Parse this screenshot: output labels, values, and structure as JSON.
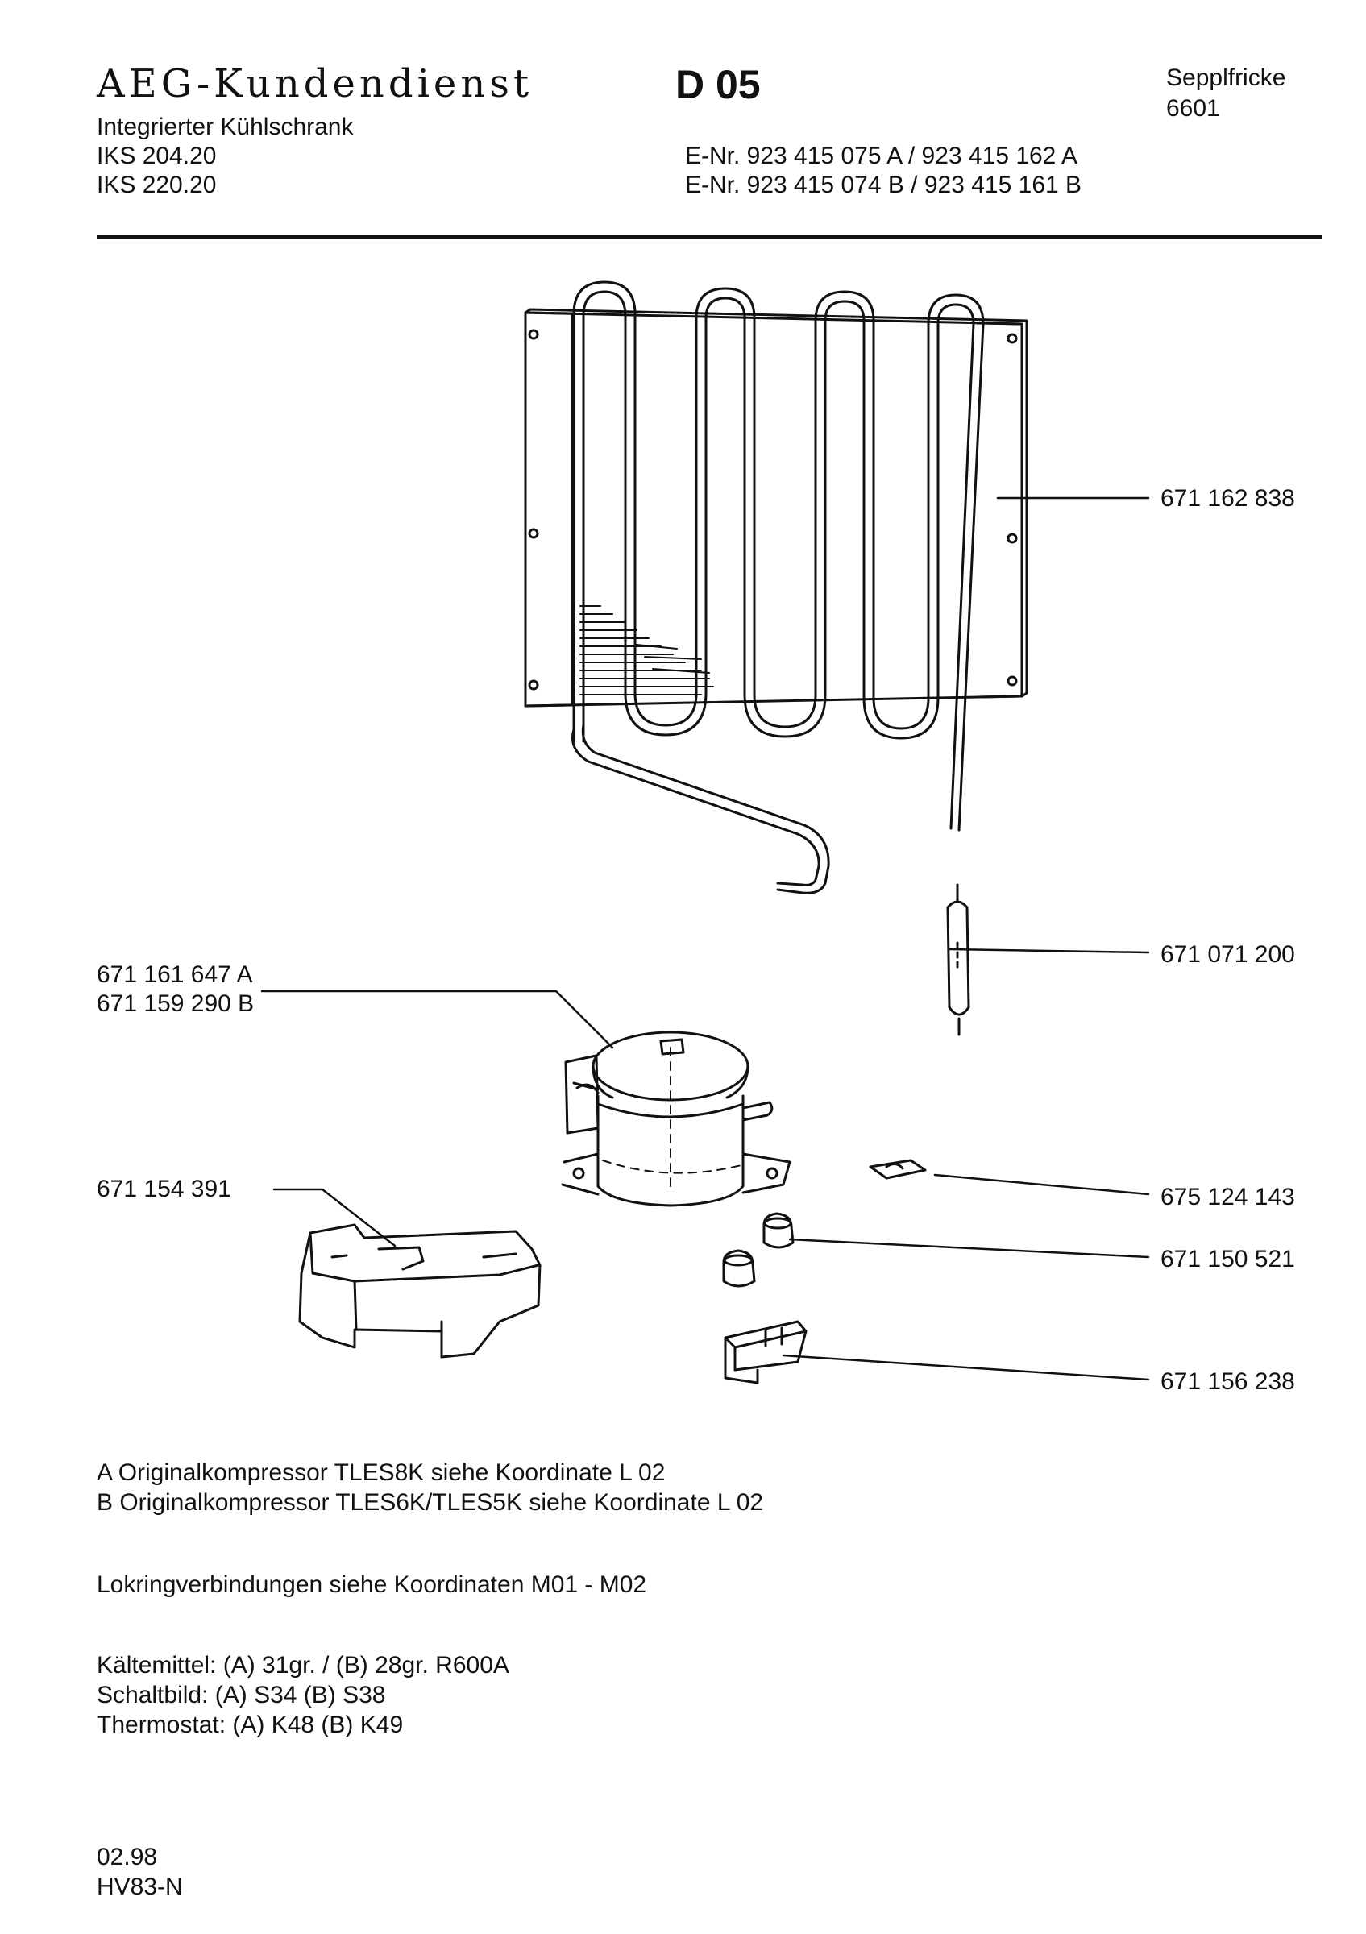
{
  "header": {
    "brand": "AEG-Kundendienst",
    "doc_code": "D 05",
    "author_name": "Sepplfricke",
    "author_code": "6601",
    "product": "Integrierter Kühlschrank",
    "models": [
      {
        "model": "IKS 204.20",
        "enr": "E-Nr. 923 415 075 A / 923 415 162 A"
      },
      {
        "model": "IKS 220.20",
        "enr": "E-Nr. 923 415 074 B / 923 415 161 B"
      }
    ]
  },
  "parts": {
    "condenser": "671 162 838",
    "filter_dryer": "671 071 200",
    "compressor_a": "671 161 647 A",
    "compressor_b": "671 159 290 B",
    "base_tray": "671 154 391",
    "clip": "675 124 143",
    "rubber_feet": "671 150 521",
    "mount_bracket": "671 156 238"
  },
  "notes": {
    "compressor_a": "A  Originalkompressor TLES8K siehe Koordinate L 02",
    "compressor_b": "B  Originalkompressor TLES6K/TLES5K siehe Koordinate L 02",
    "lokring": "Lokringverbindungen siehe Koordinaten  M01 - M02",
    "refrigerant": "Kältemittel: (A) 31gr. / (B) 28gr. R600A",
    "wiring": "Schaltbild: (A) S34  (B) S38",
    "thermostat": "Thermostat: (A) K48  (B) K49"
  },
  "footer": {
    "date": "02.98",
    "code": "HV83-N"
  }
}
